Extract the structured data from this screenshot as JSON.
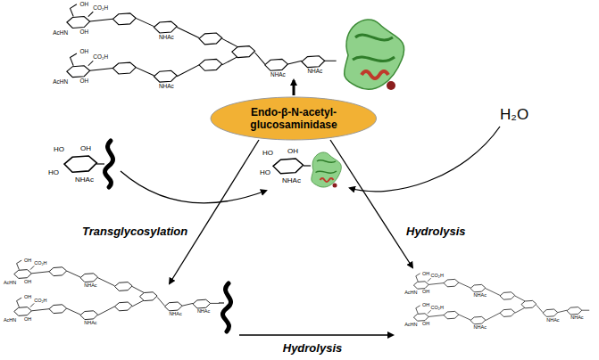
{
  "diagram": {
    "nodes": [
      {
        "text": [
          "Endo-β-N-acetyl- glucosaminidase"
        ]
      }
    ],
    "labels": [
      "Transglycosylation",
      "Hydrolysis",
      "H₂O",
      "Hydrolysis",
      "HO",
      "OH",
      "HO",
      "NHAc",
      "HO",
      "OH",
      "HO",
      "NHAc",
      "OH",
      "AcHN",
      "CO₂H",
      "OH",
      "NHAc",
      "OH",
      "AcHN",
      "CO₂H",
      "OH",
      "NHAc",
      "NHAc",
      "NHAc",
      "OH",
      "AcHN",
      "CO₂H",
      "OH",
      "NHAc",
      "OH",
      "AcHN",
      "CO₂H",
      "OH",
      "NHAc",
      "NHAc",
      "NHAc",
      "OH",
      "AcHN",
      "CO₂H",
      "OH",
      "NHAc",
      "OH",
      "AcHN",
      "CO₂H",
      "OH",
      "NHAc",
      "NHAc",
      "NHAc"
    ]
  }
}
